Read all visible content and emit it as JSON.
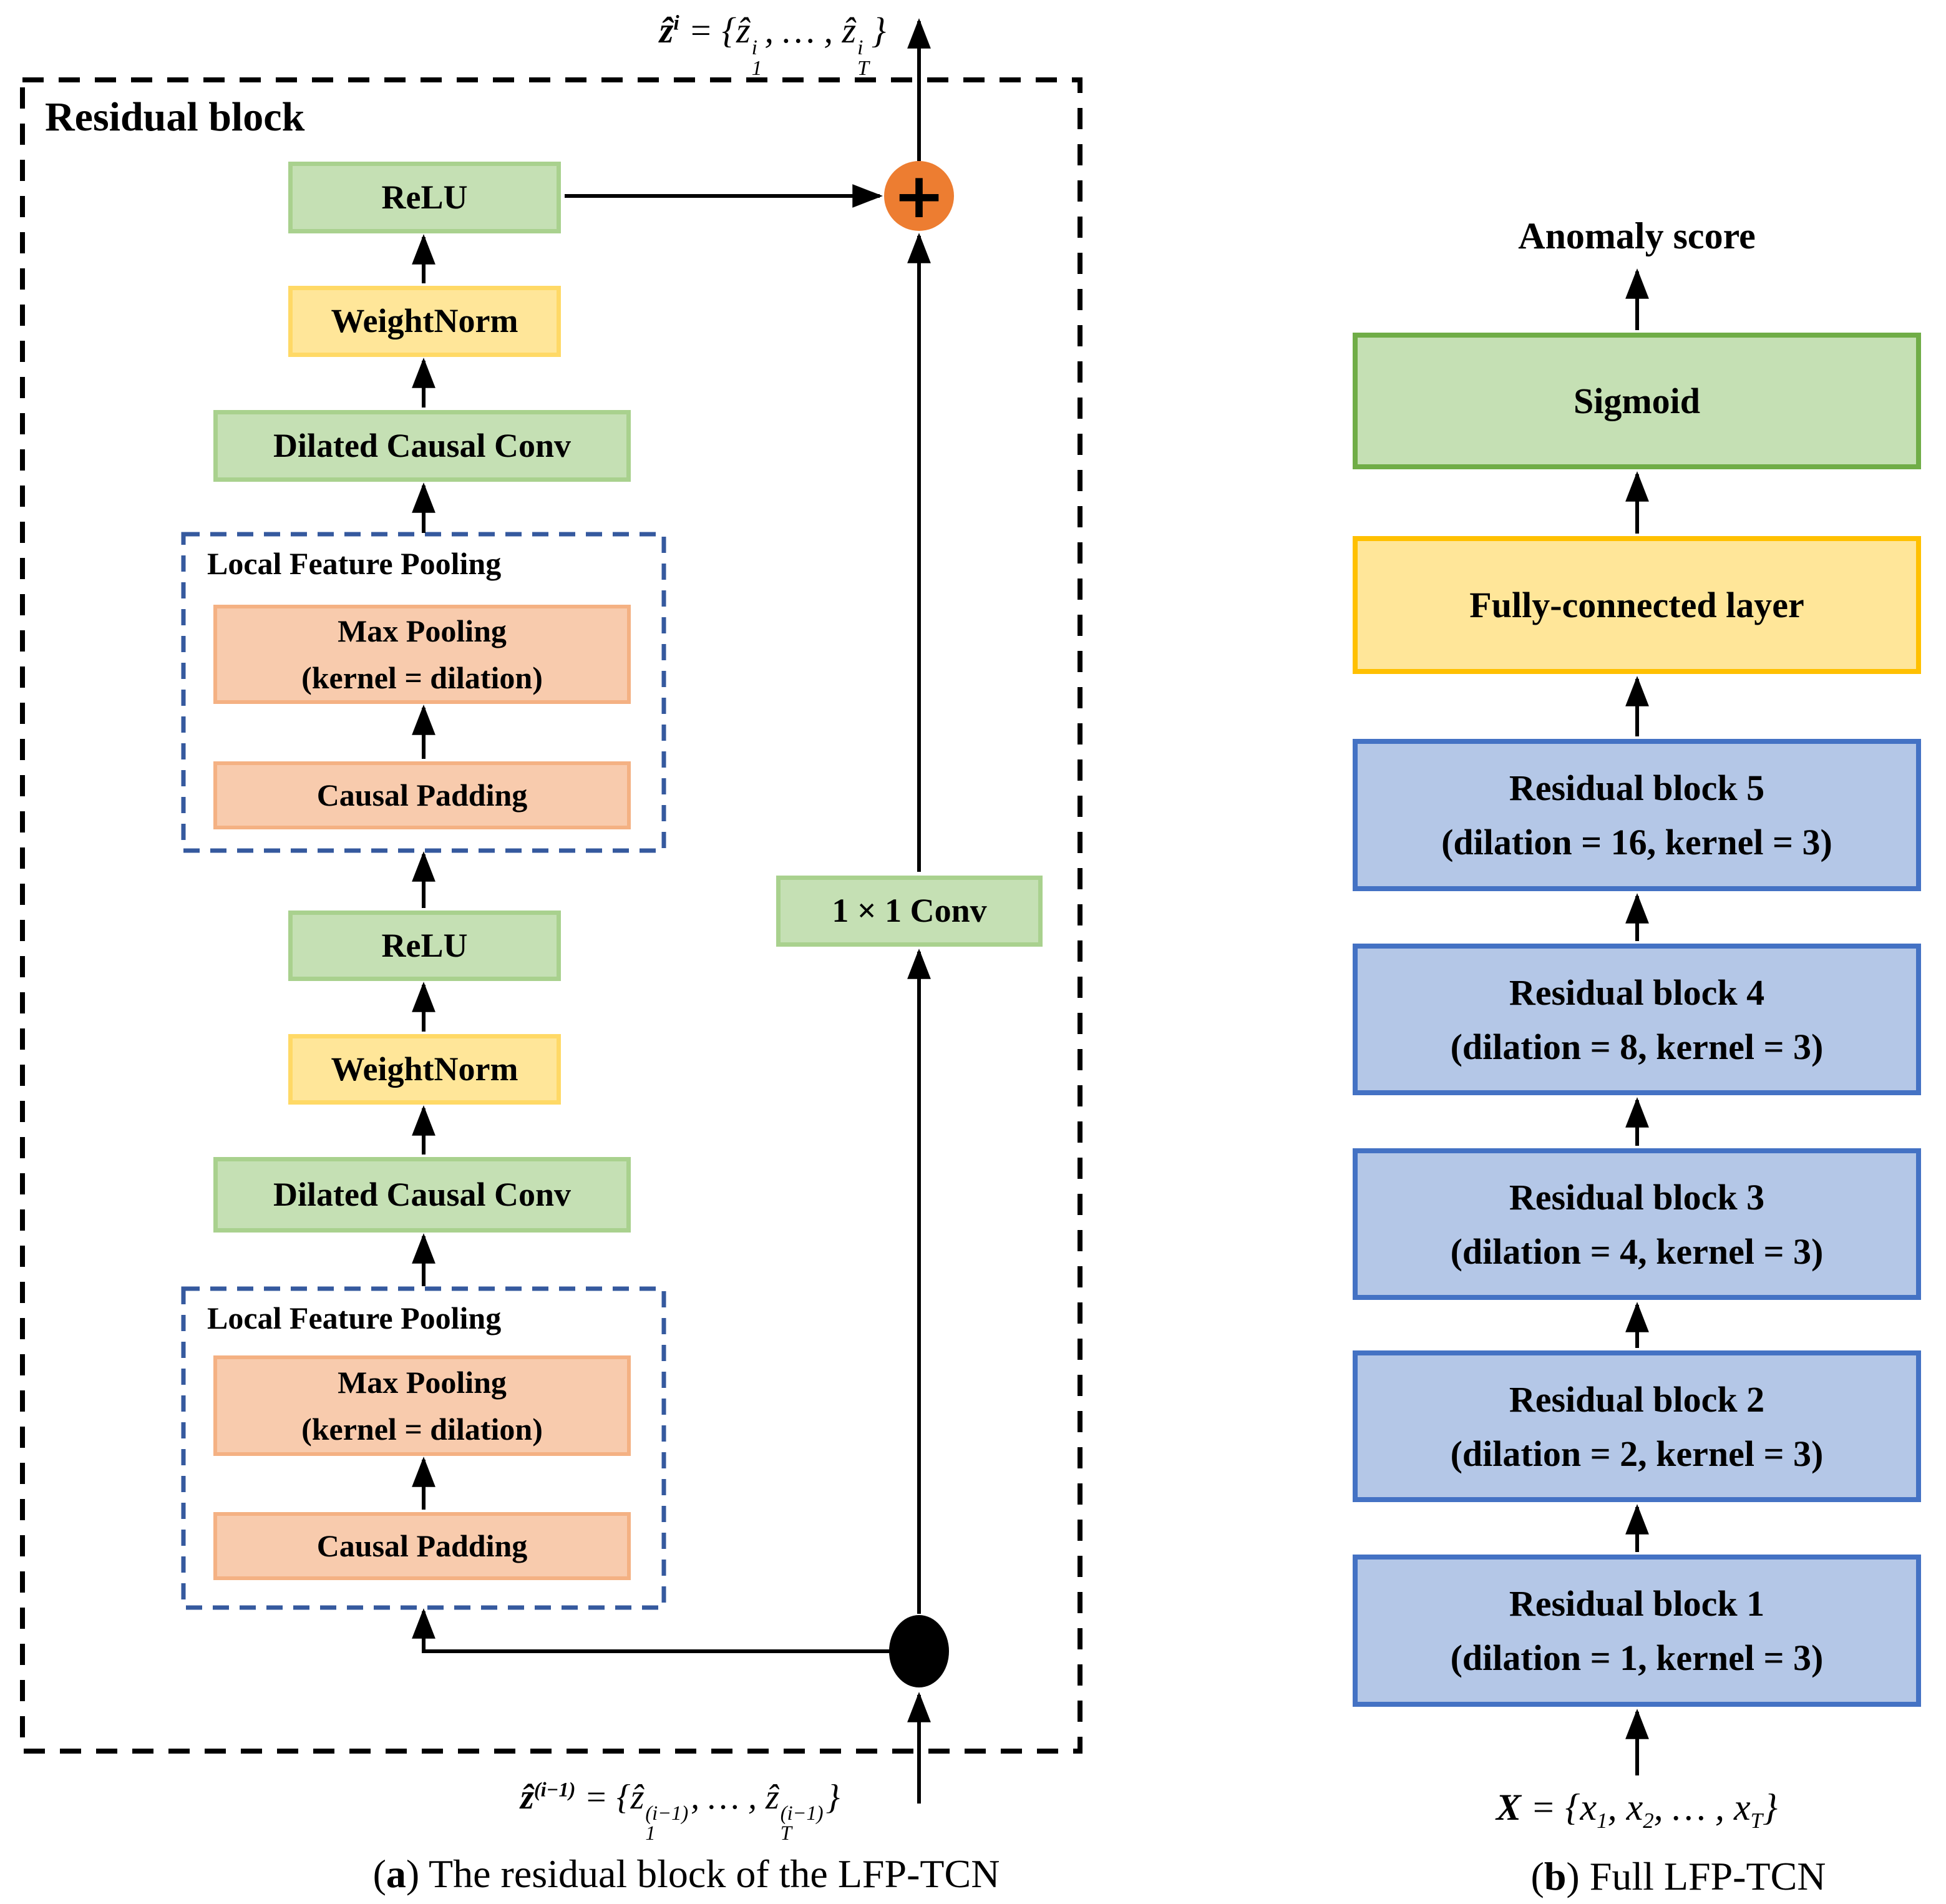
{
  "colors": {
    "green_fill": "#C5E0B4",
    "green_border_light": "#A9D18E",
    "green_border_dark": "#70AD47",
    "yellow_fill": "#FFE699",
    "yellow_border_light": "#FFD966",
    "yellow_border_dark": "#FFC000",
    "peach_fill": "#F8CBAD",
    "peach_border": "#F4B183",
    "blue_fill": "#B4C7E7",
    "blue_border": "#4472C4",
    "lfp_dash_border": "#35599E",
    "sum_circle": "#ED7D31",
    "line": "#000000"
  },
  "panel_a": {
    "title": "Residual block",
    "sum_symbol": "+",
    "output_formula": [
      {
        "t": "ẑ",
        "c": "bi"
      },
      {
        "t": "i",
        "c": "bsup"
      },
      {
        "t": " = {",
        "c": "i"
      },
      {
        "t": "ẑ",
        "c": "i"
      },
      {
        "t": "i|1",
        "c": "stack"
      },
      {
        "t": ", … , ",
        "c": "i"
      },
      {
        "t": "ẑ",
        "c": "i"
      },
      {
        "t": "i|T",
        "c": "stack"
      },
      {
        "t": "}",
        "c": "i"
      }
    ],
    "input_formula": [
      {
        "t": "ẑ",
        "c": "bi"
      },
      {
        "t": "(i−1)",
        "c": "bsup"
      },
      {
        "t": " = {",
        "c": "i"
      },
      {
        "t": "ẑ",
        "c": "i"
      },
      {
        "t": "(i−1)|1",
        "c": "stack"
      },
      {
        "t": ", … , ",
        "c": "i"
      },
      {
        "t": "ẑ",
        "c": "i"
      },
      {
        "t": "(i−1)|T",
        "c": "stack"
      },
      {
        "t": "}",
        "c": "i"
      }
    ],
    "boxes": {
      "relu1": "ReLU",
      "weightnorm1": "WeightNorm",
      "dilated1": "Dilated Causal Conv",
      "lfp1_title": "Local Feature Pooling",
      "maxpool1_line1": "Max Pooling",
      "maxpool1_line2": "(kernel = dilation)",
      "causalpad1": "Causal Padding",
      "conv1x1": "1 × 1 Conv",
      "relu2": "ReLU",
      "weightnorm2": "WeightNorm",
      "dilated2": "Dilated Causal Conv",
      "lfp2_title": "Local Feature Pooling",
      "maxpool2_line1": "Max Pooling",
      "maxpool2_line2": "(kernel = dilation)",
      "causalpad2": "Causal Padding"
    },
    "caption": [
      {
        "t": "(",
        "c": "r"
      },
      {
        "t": "a",
        "c": "b"
      },
      {
        "t": ") The residual block of the LFP-TCN",
        "c": "r"
      }
    ]
  },
  "panel_b": {
    "output_label": "Anomaly score",
    "boxes": [
      {
        "line1": "Sigmoid",
        "line2": ""
      },
      {
        "line1": "Fully-connected layer",
        "line2": ""
      },
      {
        "line1": "Residual block 5",
        "line2": "(dilation = 16, kernel = 3)"
      },
      {
        "line1": "Residual block 4",
        "line2": "(dilation = 8, kernel = 3)"
      },
      {
        "line1": "Residual block 3",
        "line2": "(dilation = 4, kernel = 3)"
      },
      {
        "line1": "Residual block 2",
        "line2": "(dilation = 2, kernel = 3)"
      },
      {
        "line1": "Residual block 1",
        "line2": "(dilation = 1, kernel = 3)"
      }
    ],
    "input_formula": [
      {
        "t": "X",
        "c": "bi"
      },
      {
        "t": " = {",
        "c": "i"
      },
      {
        "t": "x",
        "c": "i"
      },
      {
        "t": "1",
        "c": "sub"
      },
      {
        "t": ", ",
        "c": "i"
      },
      {
        "t": "x",
        "c": "i"
      },
      {
        "t": "2",
        "c": "sub"
      },
      {
        "t": ", … , ",
        "c": "i"
      },
      {
        "t": "x",
        "c": "i"
      },
      {
        "t": "T",
        "c": "sub"
      },
      {
        "t": "}",
        "c": "i"
      }
    ],
    "caption": [
      {
        "t": "(",
        "c": "r"
      },
      {
        "t": "b",
        "c": "b"
      },
      {
        "t": ") Full LFP-TCN",
        "c": "r"
      }
    ]
  }
}
